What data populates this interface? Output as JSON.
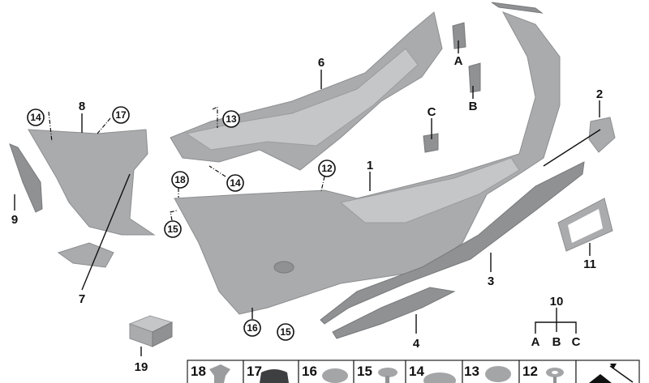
{
  "diagram": {
    "part_labels": {
      "p1": "1",
      "p2": "2",
      "p3": "3",
      "p4": "4",
      "p6": "6",
      "p7": "7",
      "p8": "8",
      "p9": "9",
      "p10": "10",
      "p11": "11",
      "p19": "19",
      "A": "A",
      "B": "B",
      "C": "C",
      "p10A": "A",
      "p10B": "B",
      "p10C": "C"
    },
    "circled_labels": {
      "c12": "12",
      "c13": "13",
      "c14a": "14",
      "c14b": "14",
      "c15a": "15",
      "c15b": "15",
      "c16": "16",
      "c17": "17",
      "c18": "18"
    },
    "fastener_table": [
      {
        "label": "18",
        "icon": "clip-nut-icon"
      },
      {
        "label": "17",
        "icon": "rubber-grommet-icon"
      },
      {
        "label": "16",
        "icon": "flange-nut-icon"
      },
      {
        "label": "15",
        "icon": "hex-bolt-icon"
      },
      {
        "label": "14",
        "icon": "hex-nut-washer-icon"
      },
      {
        "label": "13",
        "icon": "flange-nut-icon"
      },
      {
        "label": "12",
        "icon": "expansion-rivet-icon"
      },
      {
        "label": "",
        "icon": "assembly-arrow-icon"
      }
    ]
  }
}
